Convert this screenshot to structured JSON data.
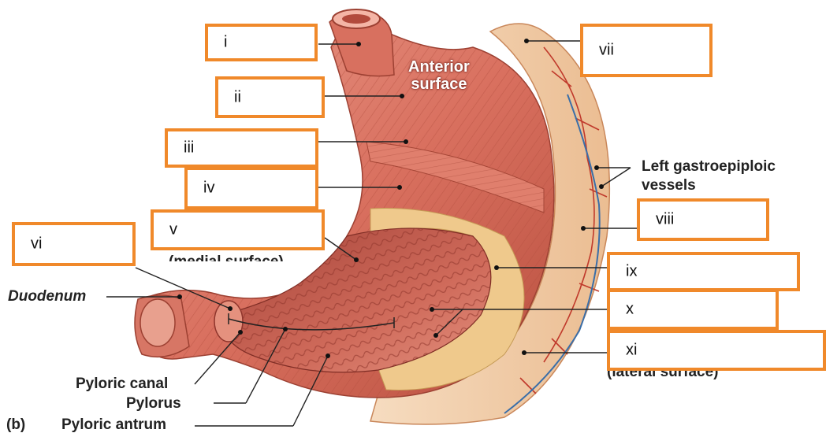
{
  "diagram": {
    "anterior_label": "Anterior\nsurface",
    "vessels_label": "Left gastroepiploic\nvessels",
    "duodenum_label": "Duodenum",
    "pyloric_canal_label": "Pyloric canal",
    "pylorus_label": "Pylorus",
    "pyloric_antrum_label": "Pyloric antrum",
    "figure_tag": "(b)",
    "partial_medial_label": "(medial surface)",
    "partial_lateral_label": "(lateral surface)"
  },
  "boxes": [
    {
      "id": "i",
      "text": "i"
    },
    {
      "id": "ii",
      "text": "ii"
    },
    {
      "id": "iii",
      "text": "iii"
    },
    {
      "id": "iv",
      "text": "iv"
    },
    {
      "id": "v",
      "text": "v"
    },
    {
      "id": "vi",
      "text": "vi"
    },
    {
      "id": "vii",
      "text": "vii"
    },
    {
      "id": "viii",
      "text": "viii"
    },
    {
      "id": "ix",
      "text": "ix"
    },
    {
      "id": "x",
      "text": "x"
    },
    {
      "id": "xi",
      "text": "xi"
    }
  ],
  "colors": {
    "box_border": "#f0892a",
    "muscle": "#d9705f",
    "mucosa": "#c85a4e",
    "omentum": "#f1c9a0",
    "vessel_red": "#c0392b",
    "vessel_blue": "#3a6ea8"
  }
}
